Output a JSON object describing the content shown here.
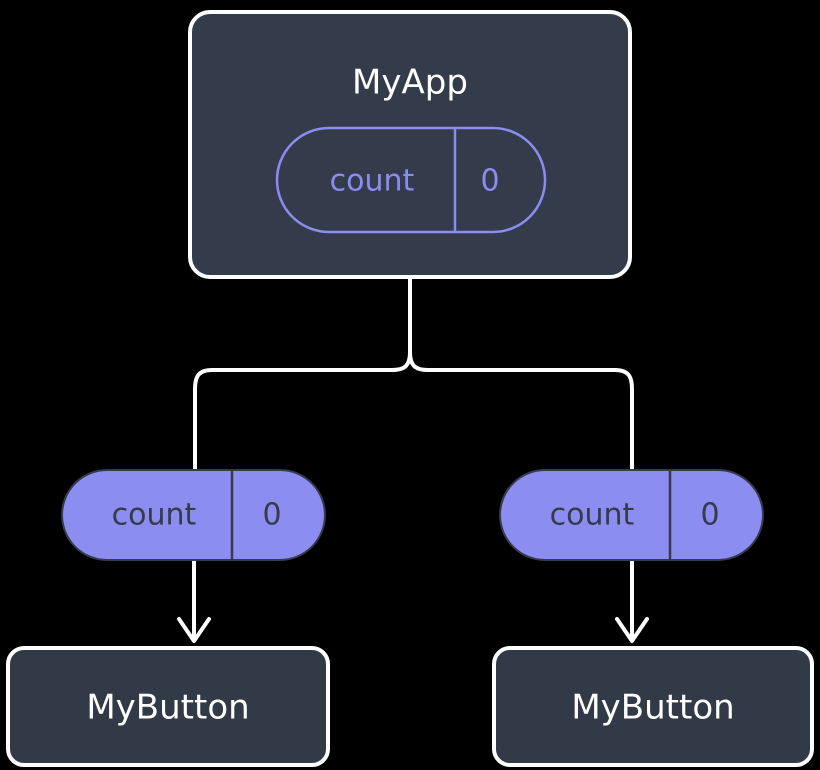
{
  "diagram": {
    "type": "component-tree",
    "background_color": "#000000",
    "colors": {
      "card_fill": "#343b4a",
      "card_stroke": "#ffffff",
      "accent_purple": "#8b8cf0",
      "pill_fill": "#8c8df0",
      "pill_fill_text": "#343b4a",
      "connector": "#ffffff",
      "title_text": "#ffffff"
    },
    "root": {
      "label": "MyApp",
      "state_pill": {
        "key": "count",
        "value": "0",
        "style": "outlined"
      }
    },
    "branches": [
      {
        "side": "left",
        "prop_pill": {
          "key": "count",
          "value": "0",
          "style": "filled"
        },
        "child": {
          "label": "MyButton"
        }
      },
      {
        "side": "right",
        "prop_pill": {
          "key": "count",
          "value": "0",
          "style": "filled"
        },
        "child": {
          "label": "MyButton"
        }
      }
    ]
  }
}
